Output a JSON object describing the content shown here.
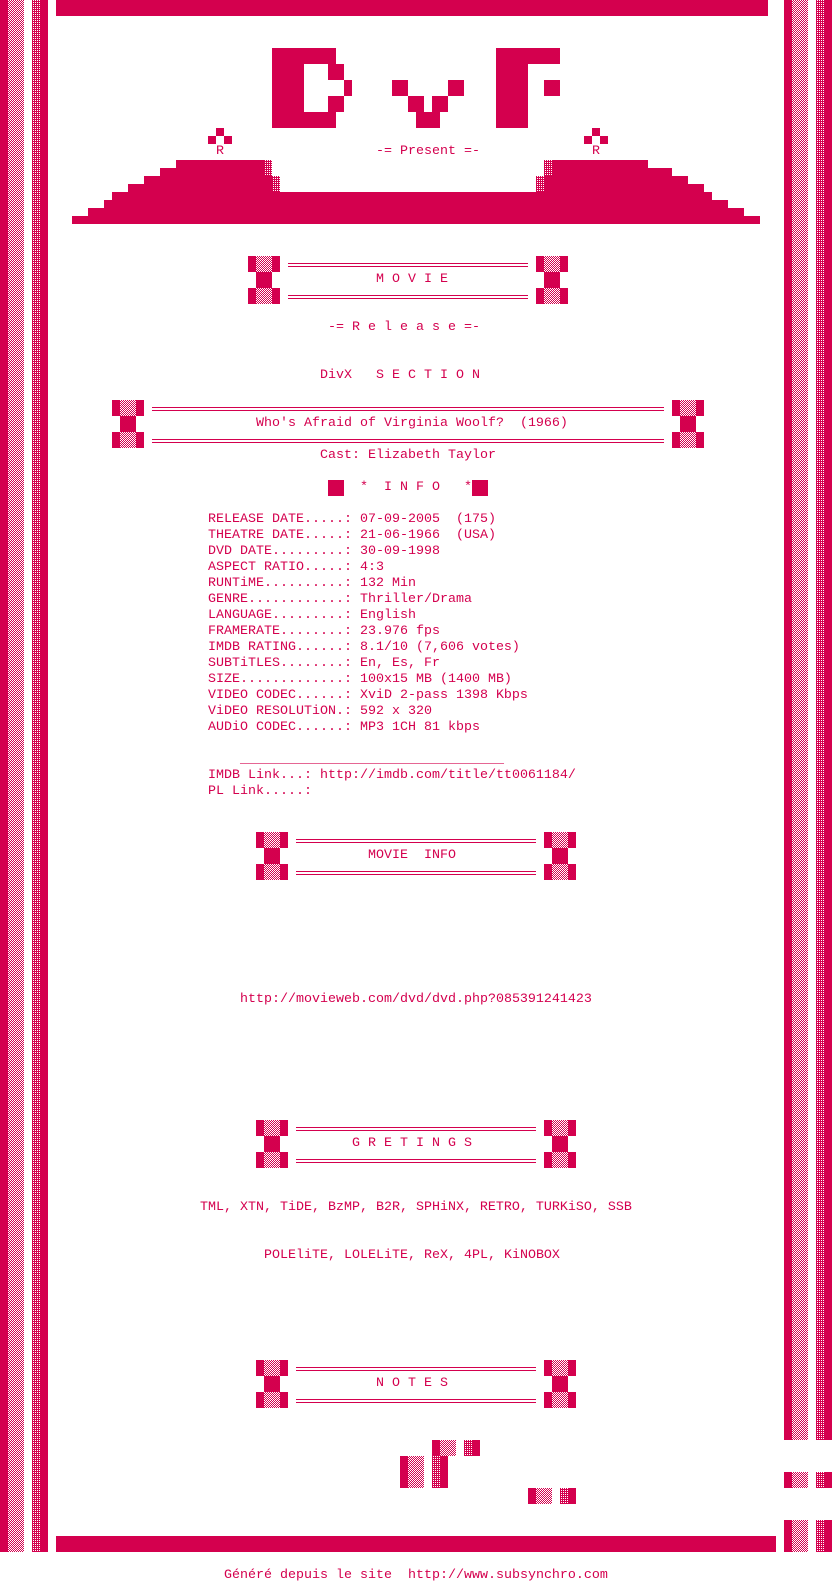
{
  "colors": {
    "accent": "#d4004e",
    "background": "#ffffff"
  },
  "header": {
    "logo_text": "DvF",
    "mark_left": "R",
    "mark_right": "R",
    "present": "-= Present =-"
  },
  "sections": {
    "movie": "M O V I E",
    "release": "-= R e l e a s e =-",
    "divx": "DivX   S E C T I O N",
    "title": "Who's Afraid of Virginia Woolf?  (1966)",
    "cast": "Cast: Elizabeth Taylor",
    "info": "*  I N F O   *",
    "movie_info": "MOVIE  INFO",
    "greetings": "G R E T I N G S",
    "notes": "N O T E S"
  },
  "info": [
    {
      "label": "RELEASE DATE.....: ",
      "value": "07-09-2005  (175)"
    },
    {
      "label": "THEATRE DATE.....: ",
      "value": "21-06-1966  (USA)"
    },
    {
      "label": "DVD DATE.........: ",
      "value": "30-09-1998"
    },
    {
      "label": "ASPECT RATIO.....: ",
      "value": "4:3"
    },
    {
      "label": "RUNTiME..........: ",
      "value": "132 Min"
    },
    {
      "label": "GENRE............: ",
      "value": "Thriller/Drama"
    },
    {
      "label": "LANGUAGE.........: ",
      "value": "English"
    },
    {
      "label": "FRAMERATE........: ",
      "value": "23.976 fps"
    },
    {
      "label": "IMDB RATING......: ",
      "value": "8.1/10 (7,606 votes)"
    },
    {
      "label": "SUBTiTLES........: ",
      "value": "En, Es, Fr"
    },
    {
      "label": "SIZE.............: ",
      "value": "100x15 MB (1400 MB)"
    },
    {
      "label": "VIDEO CODEC......: ",
      "value": "XviD 2-pass 1398 Kbps"
    },
    {
      "label": "ViDEO RESOLUTiON.: ",
      "value": "592 x 320"
    },
    {
      "label": "AUDiO CODEC......: ",
      "value": "MP3 1CH 81 kbps"
    }
  ],
  "links": {
    "separator": "_________________________________",
    "imdb_label": "IMDB Link...: ",
    "imdb_url": "http://imdb.com/title/tt0061184/",
    "pl_label": "PL Link.....:",
    "movieweb_url": "http://movieweb.com/dvd/dvd.php?085391241423"
  },
  "greetings": {
    "line1": "TML, XTN, TiDE, BzMP, B2R, SPHiNX, RETRO, TURKiSO, SSB",
    "line2": "POLEliTE, LOLELiTE, ReX, 4PL, KiNOBOX"
  },
  "footer": {
    "text": "Généré depuis le site  ",
    "url": "http://www.subsynchro.com"
  }
}
